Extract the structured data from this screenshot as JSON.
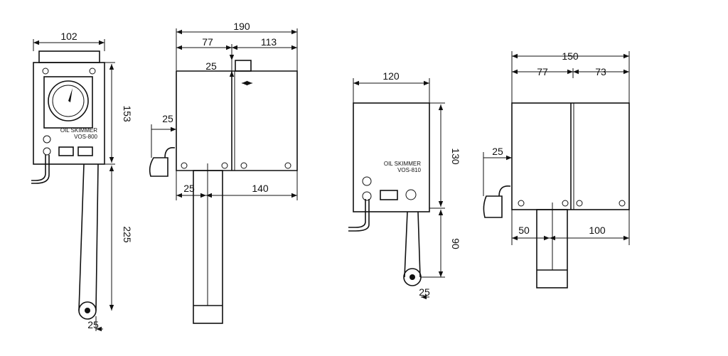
{
  "drawing_a": {
    "label_line1": "OIL SKIMMER",
    "label_line2": "VOS-800",
    "dims": {
      "width": "102",
      "height": "153",
      "belt": "225",
      "pulley": "25"
    }
  },
  "drawing_b": {
    "dims": {
      "total": "190",
      "left": "77",
      "right": "113",
      "top": "25",
      "hose": "25",
      "offset": "25",
      "span": "140"
    }
  },
  "drawing_c": {
    "label_line1": "OIL SKIMMER",
    "label_line2": "VOS-810",
    "dims": {
      "width": "120",
      "height": "130",
      "belt": "90",
      "pulley": "25"
    }
  },
  "drawing_d": {
    "dims": {
      "total": "150",
      "left": "77",
      "right": "73",
      "hose": "25",
      "offset": "50",
      "span": "100"
    }
  }
}
